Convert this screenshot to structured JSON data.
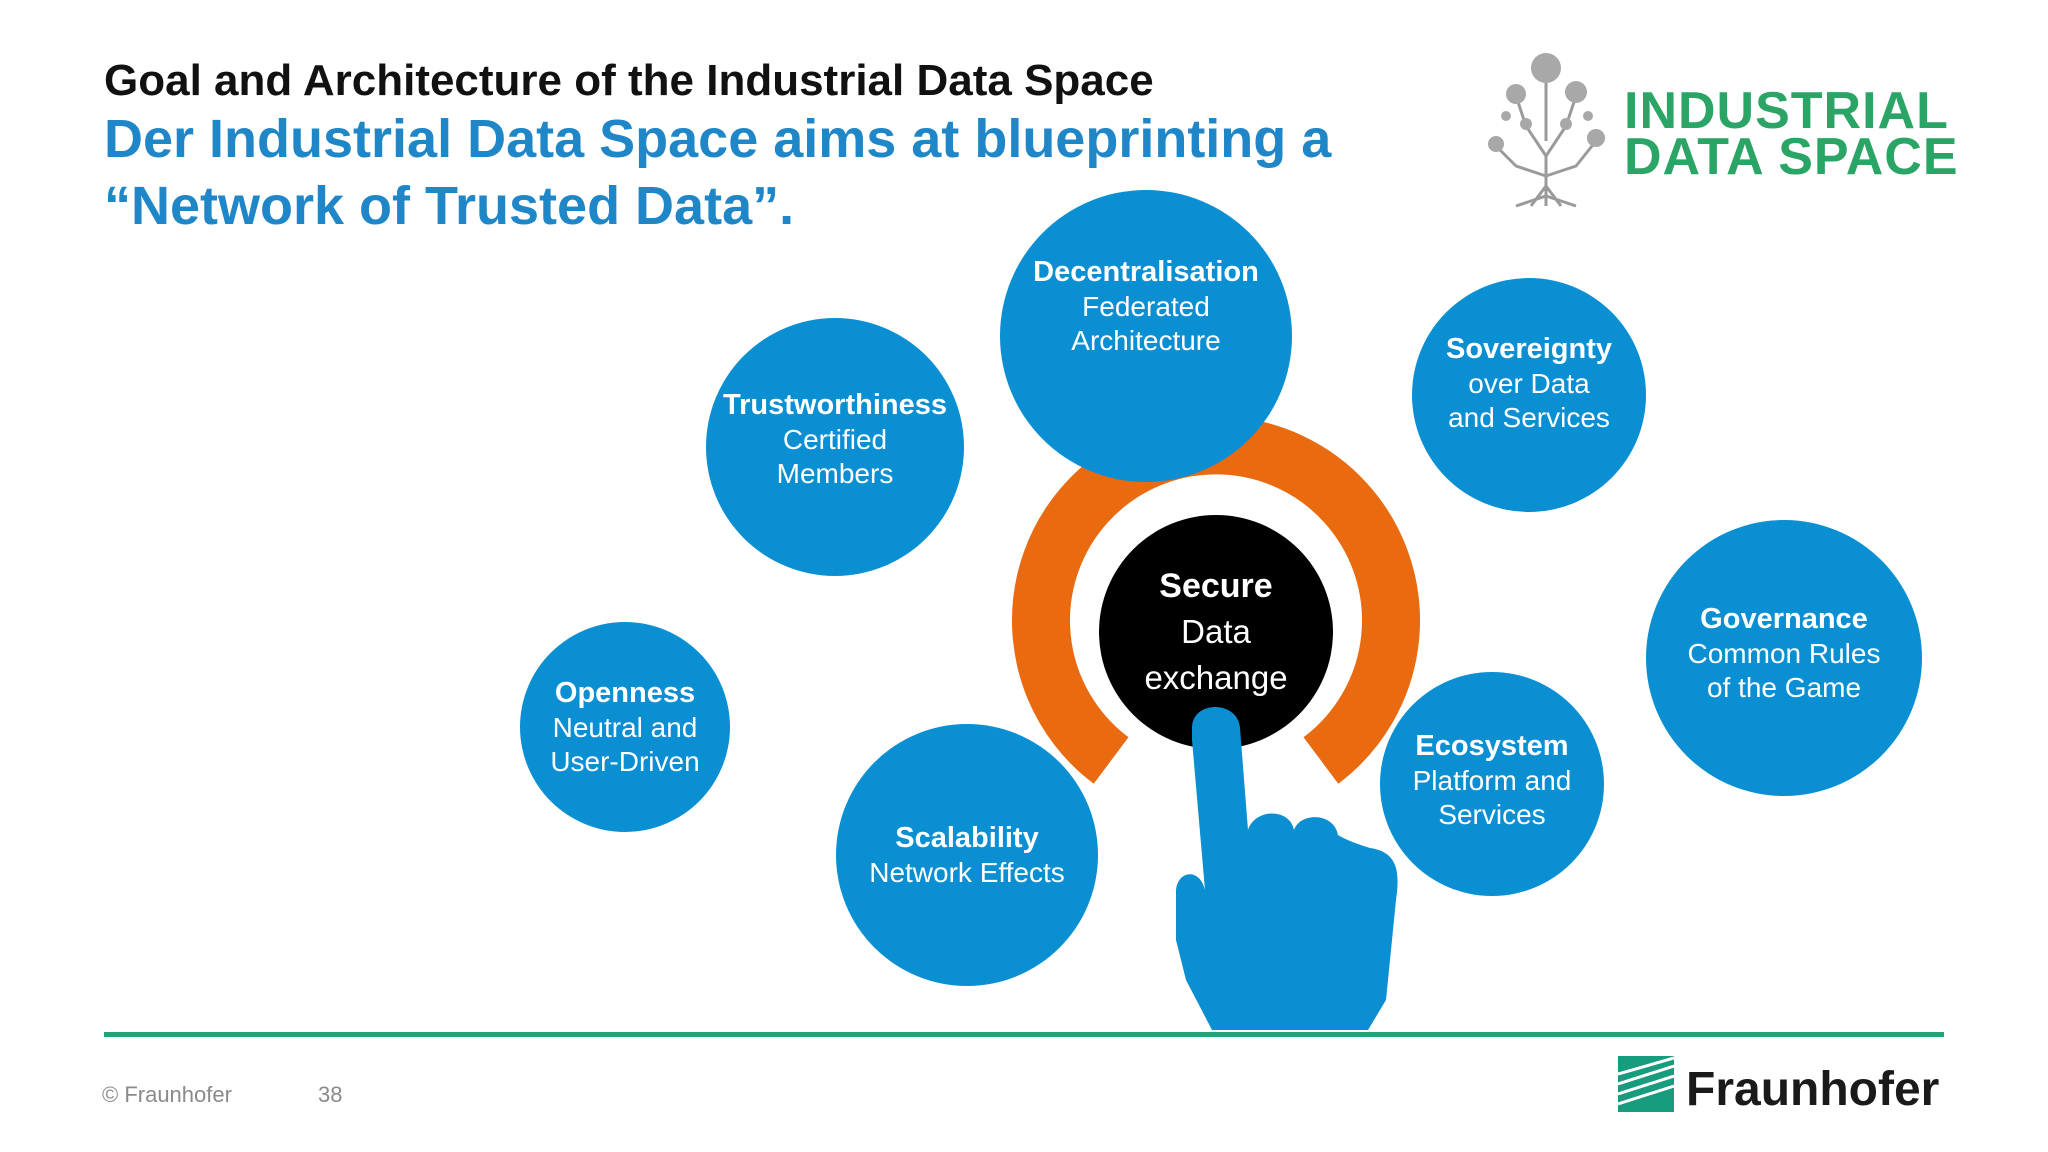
{
  "slide": {
    "title": "Goal and Architecture of the Industrial Data Space",
    "subtitle": "Der Industrial Data Space aims at blueprinting a “Network of Trusted Data”.",
    "logo_line1": "INDUSTRIAL",
    "logo_line2": "DATA SPACE"
  },
  "center": {
    "line1": "Secure",
    "line2": "Data",
    "line3": "exchange"
  },
  "circles": [
    {
      "title": "Decentralisation",
      "line1": "Federated",
      "line2": "Architecture"
    },
    {
      "title": "Trustworthiness",
      "line1": "Certified",
      "line2": "Members"
    },
    {
      "title": "Sovereignty",
      "line1": "over Data",
      "line2": "and Services"
    },
    {
      "title": "Governance",
      "line1": "Common Rules",
      "line2": "of the Game"
    },
    {
      "title": "Openness",
      "line1": "Neutral and",
      "line2": "User-Driven"
    },
    {
      "title": "Scalability",
      "line1": "Network Effects",
      "line2": ""
    },
    {
      "title": "Ecosystem",
      "line1": "Platform and",
      "line2": "Services"
    }
  ],
  "footer": {
    "copyright": "© Fraunhofer",
    "page": "38",
    "brand": "Fraunhofer"
  },
  "colors": {
    "blue": "#0b8fd3",
    "title_blue": "#1f86c8",
    "orange": "#ea6a10",
    "green": "#2aa566",
    "rule": "#23a27a"
  }
}
